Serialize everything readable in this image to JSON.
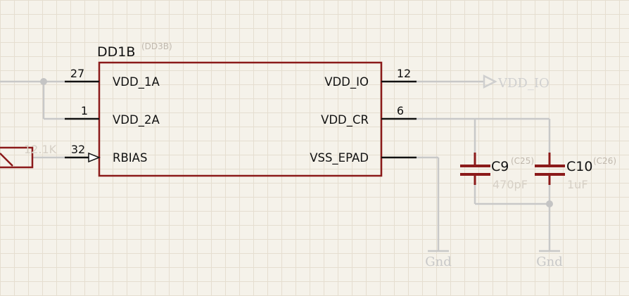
{
  "component": {
    "ref": "DD1B",
    "alt_ref": "(DD3B)",
    "left_pins": [
      {
        "name": "VDD_1A",
        "number": "27"
      },
      {
        "name": "VDD_2A",
        "number": "1"
      },
      {
        "name": "RBIAS",
        "number": "32"
      }
    ],
    "right_pins": [
      {
        "name": "VDD_IO",
        "number": "12"
      },
      {
        "name": "VDD_CR",
        "number": "6"
      },
      {
        "name": "VSS_EPAD",
        "number": ""
      }
    ]
  },
  "capacitors": [
    {
      "ref": "C9",
      "alt_ref": "(C25)",
      "value": "470pF"
    },
    {
      "ref": "C10",
      "alt_ref": "(C26)",
      "value": "1uF"
    }
  ],
  "resistor": {
    "value": "12.1K"
  },
  "net_labels": {
    "vdd_io": "VDD_IO",
    "gnd_1": "Gnd",
    "gnd_2": "Gnd"
  },
  "colors": {
    "body": "#8b1a1a",
    "wire": "#c8c8c8",
    "background": "#f5f2ea",
    "grid": "#e5ded0"
  }
}
